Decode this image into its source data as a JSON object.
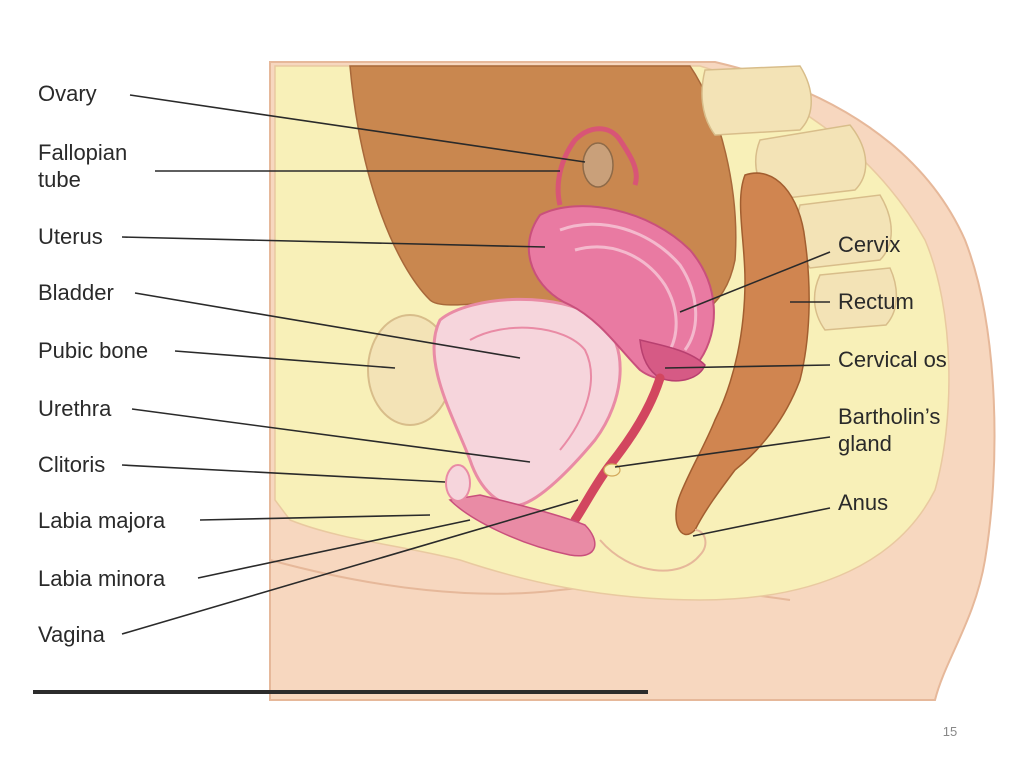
{
  "labels_left": {
    "ovary": "Ovary",
    "fallopian_line1": "Fallopian",
    "fallopian_line2": "tube",
    "uterus": "Uterus",
    "bladder": "Bladder",
    "pubic_bone": "Pubic bone",
    "urethra": "Urethra",
    "clitoris": "Clitoris",
    "labia_majora": "Labia majora",
    "labia_minora": "Labia minora",
    "vagina": "Vagina"
  },
  "labels_right": {
    "cervix": "Cervix",
    "rectum": "Rectum",
    "cervical_os": "Cervical os",
    "bartholin_line1": "Bartholin’s",
    "bartholin_line2": "gland",
    "anus": "Anus"
  },
  "page_number": "15",
  "colors": {
    "skin": "#f7d7bf",
    "skin_outline": "#e6b89a",
    "fat": "#f8f0b8",
    "abdomen": "#c9874f",
    "uterus": "#e97aa2",
    "uterus_inner": "#f4b9cd",
    "bladder": "#f6d5dc",
    "bladder_wall": "#e98ba5",
    "bone": "#f3e3b6",
    "rectum": "#d08550",
    "vagina": "#d2465f",
    "text": "#2a2a2a",
    "rule": "#2c2c2c"
  }
}
